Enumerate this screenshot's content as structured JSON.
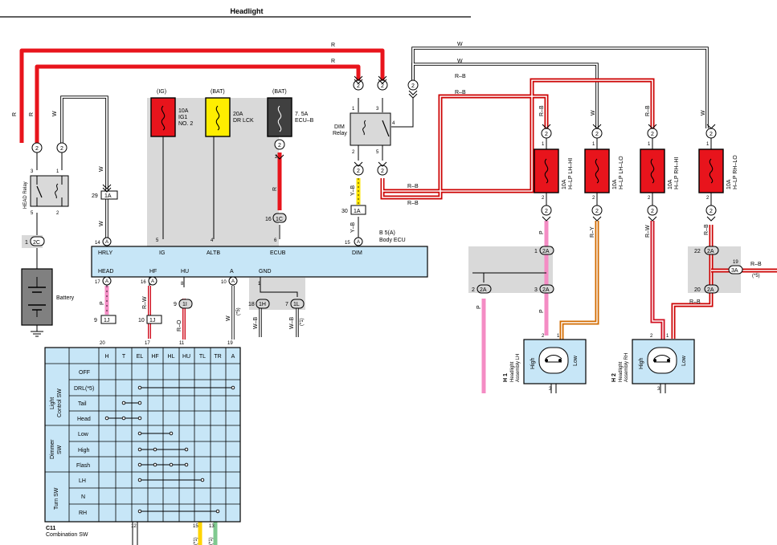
{
  "title": "Headlight",
  "wires": {
    "r": "R",
    "w": "W",
    "rb": "R–B",
    "yb": "Y–B",
    "p": "P",
    "rw": "R–W",
    "ro": "R–O",
    "wb": "W–B",
    "ry": "R–Y",
    "star5": "(*5)",
    "star1": "(*1)"
  },
  "fuses": {
    "ig": {
      "src": "(IG)",
      "l1": "10A",
      "l2": "IG1",
      "l3": "NO. 2"
    },
    "drlck": {
      "src": "(BAT)",
      "l1": "20A",
      "l2": "DR LCK"
    },
    "ecub": {
      "src": "(BAT)",
      "l1": "7. 5A",
      "l2": "ECU–B"
    },
    "lhhi": {
      "l1": "10A",
      "l2": "H–LP LH–HI"
    },
    "lhlo": {
      "l1": "10A",
      "l2": "H–LP LH–LO"
    },
    "rhhi": {
      "l1": "10A",
      "l2": "H–LP RH–HI"
    },
    "rhlo": {
      "l1": "10A",
      "l2": "H–LP RH–LO"
    }
  },
  "relays": {
    "head": "HEAD Relay",
    "dim1": "DIM",
    "dim2": "Relay"
  },
  "battery": "Battery",
  "ecu": {
    "code": "B 5(A)",
    "name": "Body ECU",
    "pins": [
      "HRLY",
      "IG",
      "ALTB",
      "ECUB",
      "DIM"
    ],
    "pins_bottom": [
      "HEAD",
      "HF",
      "HU",
      "A",
      "GND"
    ]
  },
  "connectors": {
    "c2": "2",
    "c2c": "2C",
    "c1c": "1C",
    "c1a": "1A",
    "c2a": "2A",
    "c1j": "1J",
    "c1i": "1I",
    "c1h": "1H",
    "c1l": "1L",
    "c3a": "3A",
    "a": "A"
  },
  "pins": {
    "p1": "1",
    "p2": "2",
    "p3": "3",
    "p4": "4",
    "p5": "5",
    "p6": "6",
    "p7": "7",
    "p8": "8",
    "p9": "9",
    "p10": "10",
    "p11": "11",
    "p12": "12",
    "p13": "13",
    "p14": "14",
    "p15": "15",
    "p16": "16",
    "p17": "17",
    "p18": "18",
    "p19": "19",
    "p20": "20",
    "p22": "22",
    "p29": "29",
    "p30": "30"
  },
  "headlights": {
    "h1": {
      "code": "H 1",
      "l1": "Headlight",
      "l2": "Assembly LH",
      "high": "High",
      "low": "Low"
    },
    "h2": {
      "code": "H 2",
      "l1": "Headlight",
      "l2": "Assembly RH",
      "high": "High",
      "low": "Low"
    }
  },
  "switch": {
    "cols": [
      "H",
      "T",
      "EL",
      "HF",
      "HL",
      "HU",
      "TL",
      "TR",
      "A"
    ],
    "groups": [
      {
        "name1": "Light",
        "name2": "Control SW"
      },
      {
        "name1": "Dimmer",
        "name2": "SW"
      },
      {
        "name1": "Turn SW",
        "name2": ""
      }
    ],
    "rows": [
      "OFF",
      "DRL(*5)",
      "Tail",
      "Head",
      "Low",
      "High",
      "Flash",
      "LH",
      "N",
      "RH"
    ],
    "code": "C11",
    "name": "Combination SW"
  }
}
